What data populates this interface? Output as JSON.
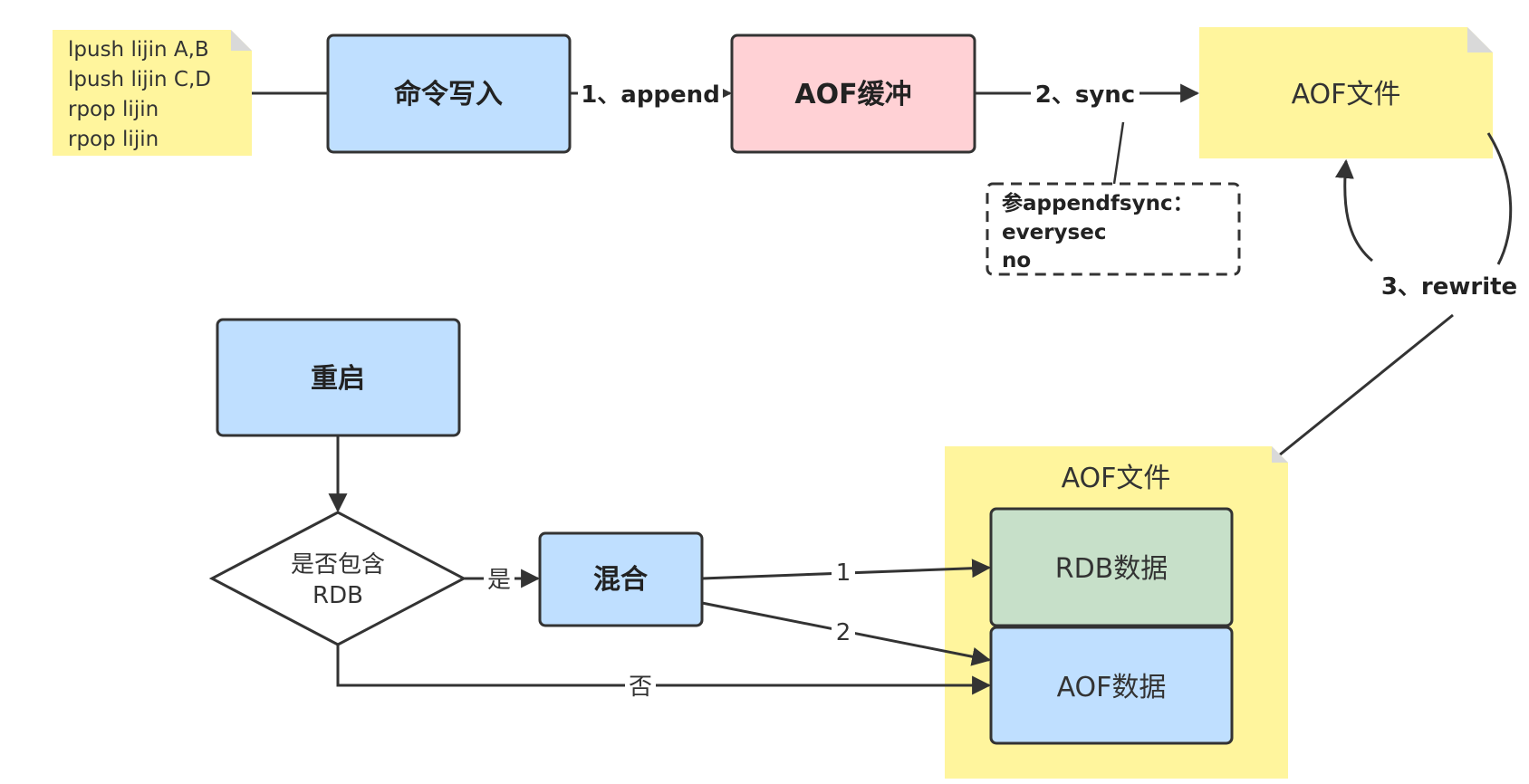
{
  "colors": {
    "blue": "#bfdfff",
    "pink": "#ffd1d5",
    "green": "#c7e0c9",
    "note": "#fff59d",
    "stroke": "#333333"
  },
  "note_commands": [
    "lpush lijin A,B",
    "lpush lijin C,D",
    "rpop  lijin",
    "rpop  lijin"
  ],
  "nodes": {
    "command_write": "命令写入",
    "aof_buffer": "AOF缓冲",
    "aof_file_top": "AOF文件",
    "restart": "重启",
    "decision_line1": "是否包含",
    "decision_line2": "RDB",
    "mixed": "混合",
    "aof_file_container": "AOF文件",
    "rdb_data": "RDB数据",
    "aof_data": "AOF数据"
  },
  "param_note": [
    "参appendfsync：",
    "everysec",
    "no"
  ],
  "edges": {
    "append": "1、append",
    "sync": "2、sync",
    "rewrite": "3、rewrite",
    "yes": "是",
    "no": "否",
    "one": "1",
    "two": "2"
  }
}
